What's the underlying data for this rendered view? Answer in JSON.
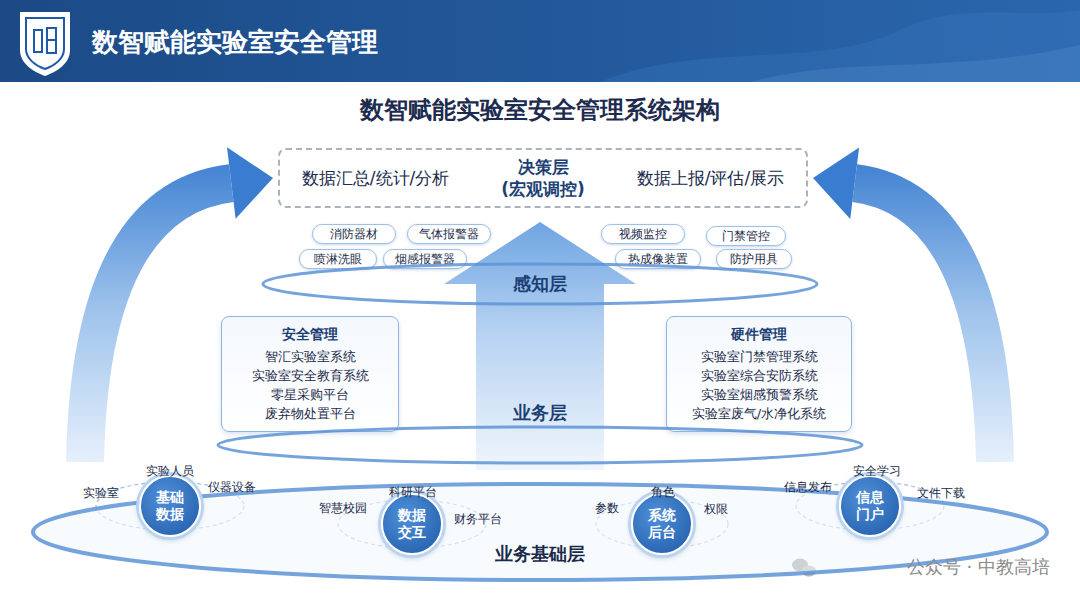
{
  "diagram": {
    "title": "数智赋能实验室安全管理系统架构",
    "nodes": [
      {
        "text": [
          "数据汇总/统计/分析",
          "决策层 (宏观调控)",
          "数据上报/评估/展示"
        ]
      },
      {
        "text": [
          "消防器材"
        ]
      },
      {
        "text": [
          "气体报警器"
        ]
      },
      {
        "text": [
          "视频监控"
        ]
      },
      {
        "text": [
          "门禁管控"
        ]
      },
      {
        "text": [
          "喷淋洗眼"
        ]
      },
      {
        "text": [
          "烟感报警器"
        ]
      },
      {
        "text": [
          "热成像装置"
        ]
      },
      {
        "text": [
          "防护用具"
        ]
      },
      {
        "text": [
          "感知层"
        ]
      },
      {
        "text": [
          "安全管理",
          "智汇实验室系统",
          "实验室安全教育系统",
          "零星采购平台",
          "废弃物处置平台"
        ]
      },
      {
        "text": [
          "硬件管理",
          "实验室门禁管理系统",
          "实验室综合安防系统",
          "实验室烟感预警系统",
          "实验室废气/水净化系统"
        ]
      },
      {
        "text": [
          "业务层"
        ]
      },
      {
        "text": [
          "业务基础层"
        ]
      },
      {
        "text": [
          "基础数据"
        ],
        "in": 13
      },
      {
        "text": [
          "数据交互"
        ],
        "in": 13
      },
      {
        "text": [
          "系统后台"
        ],
        "in": 13
      },
      {
        "text": [
          "信息门户"
        ],
        "in": 13
      }
    ],
    "edges": [
      {
        "from": 13,
        "to": 0,
        "arrow": "to"
      },
      {
        "from": 13,
        "to": 0,
        "arrow": "to"
      }
    ],
    "labels": [
      "数智赋能实验室安全管理",
      "实验室",
      "实验人员",
      "仪器设备",
      "智慧校园",
      "科研平台",
      "财务平台",
      "参数",
      "角色",
      "权限",
      "信息发布",
      "安全学习",
      "文件下载",
      "公众号 · 中教高培"
    ]
  }
}
